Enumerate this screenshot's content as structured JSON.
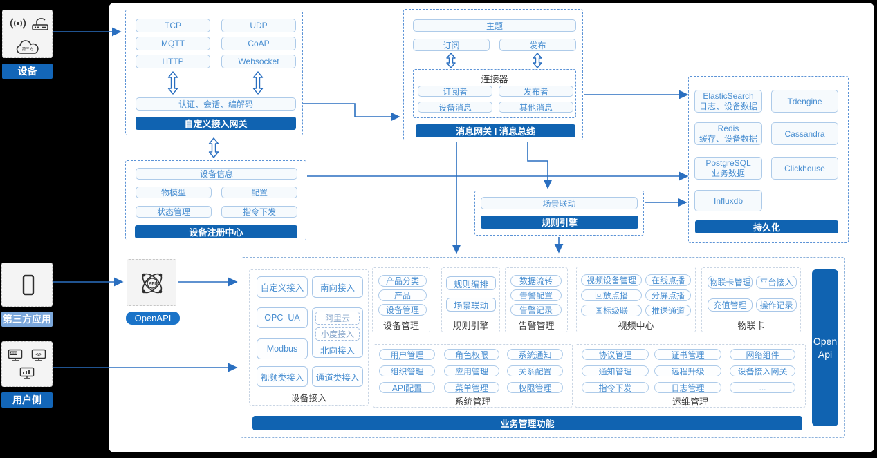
{
  "left_rail": {
    "device": {
      "label": "设备",
      "cloud_text": "第三方"
    },
    "third_party": {
      "label": "第三方应用"
    },
    "user_side": {
      "label": "用户侧",
      "app_icon_text": "APP",
      "code_icon_text": "</>"
    }
  },
  "custom_gateway": {
    "protocols": [
      "TCP",
      "UDP",
      "MQTT",
      "CoAP",
      "HTTP",
      "Websocket"
    ],
    "session": "认证、会话、编解码",
    "title": "自定义接入网关"
  },
  "message_bus": {
    "topic": "主题",
    "subscribe": "订阅",
    "publish": "发布",
    "connector": {
      "title": "连接器",
      "items": [
        "订阅者",
        "发布者",
        "设备消息",
        "其他消息"
      ]
    },
    "title": "消息网关 I 消息总线"
  },
  "device_registry": {
    "items": [
      "设备信息",
      "物模型",
      "配置",
      "状态管理",
      "指令下发"
    ],
    "title": "设备注册中心"
  },
  "rule_engine_mid": {
    "item": "场景联动",
    "title": "规则引擎"
  },
  "persistence": {
    "stores": [
      {
        "name": "ElasticSearch",
        "desc": "日志、设备数据"
      },
      {
        "name": "Tdengine",
        "desc": ""
      },
      {
        "name": "Redis",
        "desc": "缓存、设备数据"
      },
      {
        "name": "Cassandra",
        "desc": ""
      },
      {
        "name": "PostgreSQL",
        "desc": "业务数据"
      },
      {
        "name": "Clickhouse",
        "desc": ""
      },
      {
        "name": "Influxdb",
        "desc": ""
      }
    ],
    "title": "持久化"
  },
  "open_api": {
    "icon_text": "API",
    "label": "OpenAPI",
    "bar_line1": "Open",
    "bar_line2": "Api"
  },
  "business": {
    "title": "业务管理功能",
    "device_access": {
      "label": "设备接入",
      "left": [
        "自定义接入",
        "OPC–UA",
        "Modbus",
        "视频类接入"
      ],
      "right_top": "南向接入",
      "north": {
        "sub": [
          "阿里云",
          "小度接入"
        ],
        "label": "北向接入"
      },
      "right_bottom": "通道类接入"
    },
    "device_mgmt": {
      "label": "设备管理",
      "items": [
        "产品分类",
        "产品",
        "设备管理"
      ]
    },
    "rule_engine": {
      "label": "规则引擎",
      "items": [
        "规则编排",
        "场景联动"
      ]
    },
    "alarm": {
      "label": "告警管理",
      "items": [
        "数据流转",
        "告警配置",
        "告警记录"
      ]
    },
    "video": {
      "label": "视频中心",
      "items": [
        "视频设备管理",
        "在线点播",
        "回放点播",
        "分屏点播",
        "国标级联",
        "推送通道"
      ]
    },
    "iot_card": {
      "label": "物联卡",
      "items": [
        "物联卡管理",
        "平台接入",
        "充值管理",
        "操作记录"
      ]
    },
    "system": {
      "label": "系统管理",
      "items": [
        "用户管理",
        "角色权限",
        "系统通知",
        "组织管理",
        "应用管理",
        "关系配置",
        "API配置",
        "菜单管理",
        "权限管理"
      ]
    },
    "ops": {
      "label": "运维管理",
      "items": [
        "协议管理",
        "证书管理",
        "网络组件",
        "通知管理",
        "远程升级",
        "设备接入网关",
        "指令下发",
        "日志管理",
        "..."
      ]
    }
  },
  "colors": {
    "primary": "#1063b1",
    "accent_light": "#7ba7db",
    "pill_text": "#4a8fd1",
    "line": "#2a6fc0"
  }
}
